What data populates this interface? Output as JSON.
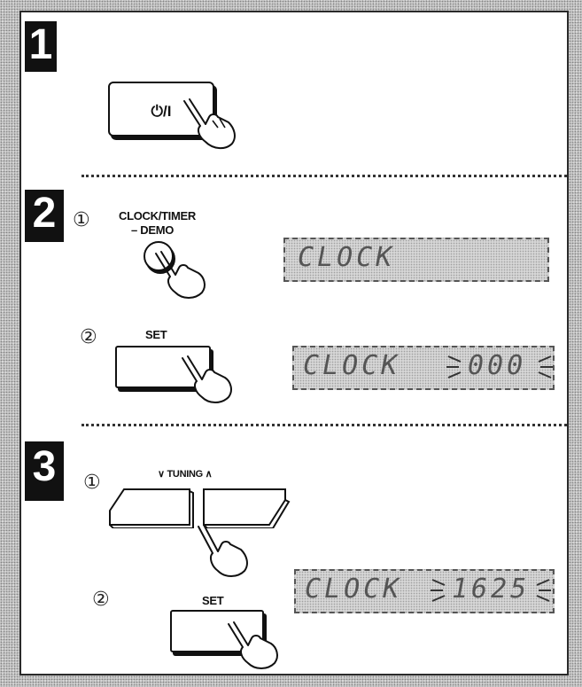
{
  "steps": [
    {
      "number": "1"
    },
    {
      "number": "2"
    },
    {
      "number": "3"
    }
  ],
  "step1": {
    "power_label": "⏻/I"
  },
  "step2": {
    "sub1_marker": "①",
    "sub2_marker": "②",
    "clock_timer_label": "CLOCK/TIMER",
    "demo_label": "– DEMO",
    "set_label": "SET",
    "display1_text": "CLOCK",
    "display2_text": "CLOCK",
    "display2_value": "000"
  },
  "step3": {
    "sub1_marker": "①",
    "sub2_marker": "②",
    "tuning_label": "∨ TUNING ∧",
    "set_label": "SET",
    "display_text": "CLOCK",
    "display_value": "1625"
  },
  "icons": [
    "pointing-hand-icon",
    "power-symbol-icon",
    "blink-rays-icon"
  ],
  "colors": {
    "page_background": "#c9c9c9",
    "card": "#ffffff",
    "badge": "#111111",
    "display": "#d6d6d6"
  }
}
